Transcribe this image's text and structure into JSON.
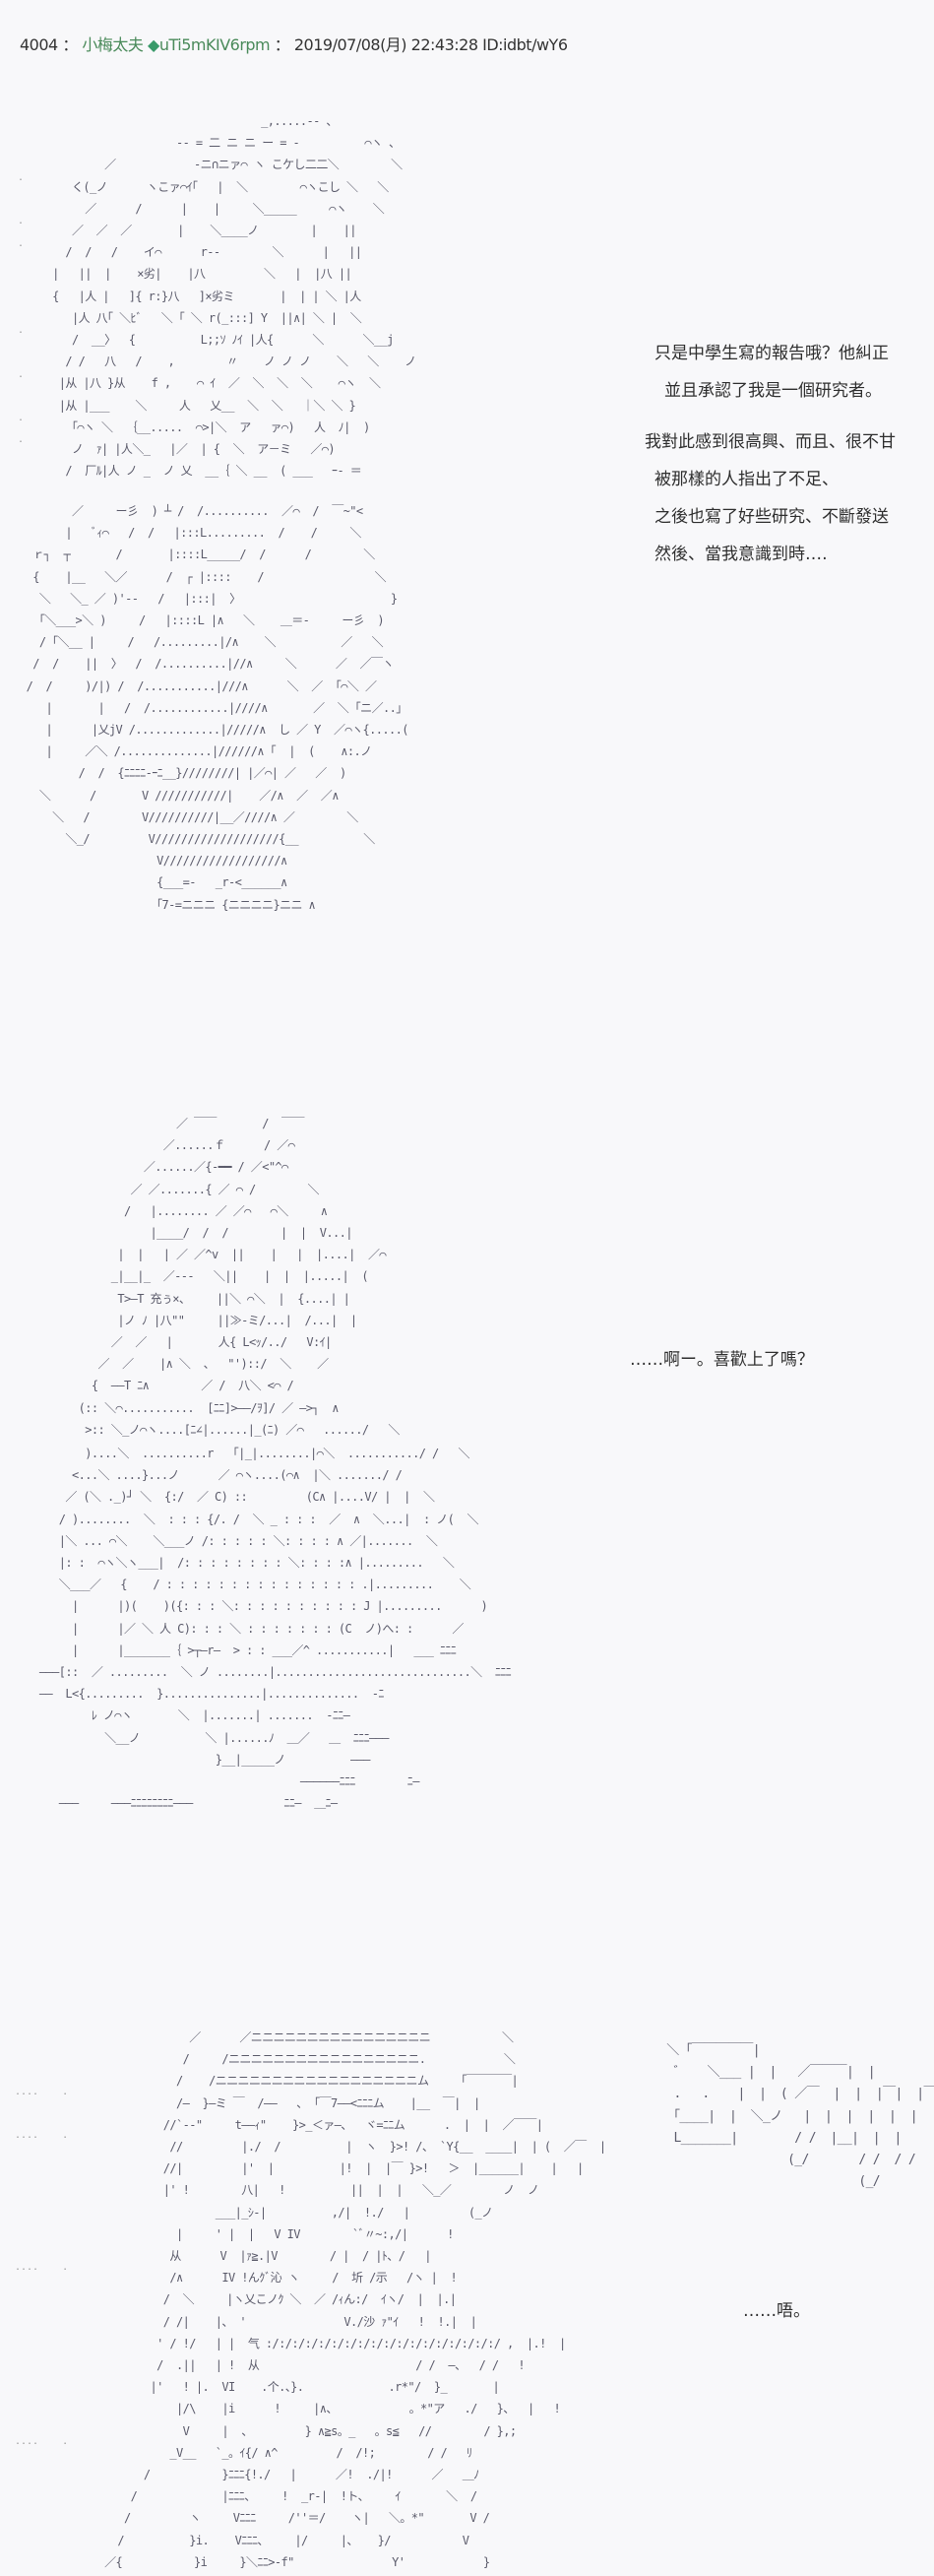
{
  "post": {
    "number": "4004",
    "separator": "：",
    "author_name": "小梅太夫",
    "trip_diamond": "◆",
    "trip_code": "uTi5mKIV6rpm",
    "separator2": "：",
    "date": "2019/07/08(月)",
    "time": "22:43:28",
    "id": "ID:idbt/wY6"
  },
  "panels": [
    {
      "dialogue": [
        "只是中學生寫的報告哦？他糾正",
        "並且承認了我是一個研究者。",
        "我對此感到很高興、而且、很不甘",
        "被那樣的人指出了不足、",
        "之後也寫了好些研究、不斷發送",
        "然後、當我意識到時‥‥"
      ],
      "art": [
        "                                     _,.....-- 、",
        "                        -‐ = 二 ニ ニ ー = -          ⌒ヽ 、",
        "             ／            -ニ∩ニァ⌒ ヽ こケし二二＼        ＼",
        "        く(_ノ      ヽこァ⌒ｲ｢   |  ＼        ⌒ヽこし ＼   ＼",
        "          ／      /      |    |     ＼_____     ⌒ヽ    ＼",
        "        ／  ／  ／       |    ＼____ノ        |    ||",
        "       /  /   /    イ⌒      r‐‐        ＼      |   ||",
        "     |   ||  |    ×劣|    |八         ＼   |  |八 ||",
        "     {   |人 |   ]{ r:}八   ]×劣ミ       |  | | ＼ |人",
        "        |人 八｢ ＼ﾋﾞ   ＼ ｢ ＼ r(_:::] Y  ||∧| ＼ |  ＼",
        "        /  __〉  {          L;;ｿ ﾉｲ |人{      ＼      ＼__j",
        "       / /   八   /    ,        〃    ノ ノ ノ    ＼   ＼    ノ",
        "      |从 |八 }从    f ,    ⌒ ｲ  ／  ＼  ＼  ＼    ⌒ヽ  ＼",
        "      |从 |___    ＼     人   乂__  ＼  ＼   ｜＼ ＼ }",
        "        ｢⌒ヽ ＼  ｛__.....  ⌒>|＼  ア   ァ⌒)   人  ﾉ|  )",
        "        ノ  ｧ| |人＼_   |／  | {  ＼  ア－ミ   ／⌒)",
        "       /  厂ﾙ|人 ノ _  ノ 乂  __｛ ＼ __  ( ___   ｰ- ＝"
      ],
      "art2": [
        "        ／     ー彡  ) ┴ /  /..........  ／⌒  /  ￣~\"<",
        "       |   ﾞｨ⌒   /  /   |:::L.........  /    /     ＼",
        "  ｒ┐  ┬       /       |::::L_____/  /      /        ＼",
        "  {    |__   ＼／      /  ┌ |::::    /                 ＼",
        "   ＼   ＼_ ／ )'‐‐   /   |:::|  〉                       }",
        "   ｢＼___>＼ )     /   |::::L |∧   ＼    ＿＝-     ー彡  )",
        "   / ｢＼__ |     /   /.........|/∧    ＼          ／   ＼",
        "  /  /    ||  〉  /  /..........|//∧     ＼      ／  ／￣ヽ",
        " /  /     )/|) /  /...........|///∧      ＼  ／  ｢⌒＼ ／",
        "    |       |   /  /............|////∧       ／  ＼ ｢ニ／..」",
        "    |      |乂jV /.............|/////∧  し ／ Y  ／⌒ヽ{.....(",
        "    |     ／＼ /..............|//////∧ ｢  |  (    ∧:.ノ",
        "         /  /  {ﾆﾆﾆﾆ‐ｰﾆ__}////////| |／⌒| ／   ／  )",
        "   ＼      /       V ///////////|    ／/∧  ／  ／∧",
        "     ＼   /        V//////////|__／////∧ ／        ＼",
        "       ＼_/         V///////////////////{__          ＼",
        "                     V//////////////////∧",
        "                     {___=-   _r‐<______∧",
        "                     ｢7‐=ニニニ {ニニニニ}ニニ ∧"
      ]
    },
    {
      "dialogue": [
        "‥‥‥啊ー。喜歡上了嗎？"
      ],
      "art": [
        "                        ／ ￣￣       /  ￣￣",
        "                      ／......ｆ      / ／⌒",
        "                   ／......／{‐━━ / ／<\"^⌒",
        "                 ／ ／.......{ ／ ⌒ /        ＼",
        "                /   |........ ／ ／⌒   ⌒＼     ∧",
        "                    |____/  /  /        |  |  V...|",
        "               |  |   | ／ ／^v  ||    |   |  |....|  ／⌒",
        "              _|__|_  ／‐‐‐   ＼||    |  |  |.....|  (",
        "               T>―T 充ぅ×、    ||＼ ⌒＼  |  {....| |",
        "               |ノ ﾉ |八\"\"     ||≫‐ミ/...|  /...|  |",
        "              ／  ／   |       人{ L<ｯ/../   V:ｲ|",
        "            ／  ／    |∧ ＼  、  \"')::/  ＼    ／",
        "           {  ――T ﾆ∧        ／ /  八＼ <⌒ /",
        "         (:: ＼⌒...........  [ﾆﾆ]>――/ｦ]/ ／ ―>┐  ∧",
        "          >:: ＼_ノ⌒ヽ....[ﾆ∠|......|_(ﾆ) ／⌒   ....../   ＼"
      ],
      "art2": [
        "          )....＼  ..........r   ｢|_|........|⌒＼  .........../ /   ＼",
        "        <...＼ ....}...ノ      ／ ⌒ヽ....(⌒∧  |＼ ......./ /",
        "       ／ (＼ ._)┘ ＼  {:/  ／ C) ::         (C∧ |....V/ |  |  ＼",
        "      / )........  ＼  : : : {/. /  ＼ _ : : :  ／  ∧  ＼...|  : ノ(  ＼",
        "      |＼ ... ⌒＼    ＼___ノ /: : : : : ＼: : : : ∧ ／|.......  ＼",
        "      |: :  ⌒ヽ＼ヽ___|  /: : : : : : : : ＼: : : :∧ |.........   ＼",
        "      ＼___／   {    / : : : : : : : : : : : : : : : .|.........    ＼",
        "        |      |)(    )({: : : ＼: : : : : : : : : : J |.........      )",
        "        |      |／ ＼ 人 C): : : ＼ : : : : : : : (C  ノ)へ: :      ／",
        "        |      |_______｛ >┬―r―  > : : ___／^ ...........|   ___ ﾆﾆﾆ",
        "   ―――[::  ／ .........  ＼ ノ ........|..............................＼  ﾆﾆﾆ",
        "   ――  L<{.........  }...............|..............  ‐ﾆ",
        "           ﾚ ノ⌒ヽ       ＼  |.......| .......  ‐ﾆﾆ―",
        "             ＼__ノ          ＼ |......ﾉ  ＿／   ＿  ﾆﾆﾆ―――",
        "                              }__|_____ノ          ―――",
        "                                           ――――――ﾆﾆﾆ        ﾆ―",
        "      ―――     ―――ﾆﾆﾆﾆﾆﾆﾆﾆ―――              ﾆﾆ―  ＿ﾆ―"
      ]
    },
    {
      "dialogue": [
        "‥‥‥唔。"
      ],
      "art": [
        "                          ／      ／ニニニニニニニニニニニニニニニニ           ＼",
        "                         /     /ニニニニニニニニニニニニニニニニニ.            ＼",
        "                        /    /ニニニニニニニニニニニニニニニニニニム     ｢￣￣￣￣|",
        "                        /―  }―ミ ￣  /――   、 ｢￣7――<ﾆﾆﾆム    |__  ￣|  |",
        "                      //`‐‐\"     t――ｨ\"    }>_＜ァ―、  ヾ=ﾆﾆム      .  |  |  ／￣￣|",
        "                       //         |./  /          |  ヽ  }>! /、 `Y{__  ____|  | (  ／￣  |",
        "                      //|         |'  |          |!  |  |￣ }>!   ＞  |______|    |   |",
        "                      |' !        八|   !          ||  |  |   ＼_／        ノ  ノ",
        "                              ___|_ｼ‐|          ,/|  !./   |         (_ノ",
        "                        |     ' |  |   V IV        `ﾞ〃~:,/|      !",
        "                       从      V  |ｧ≧.|V        / |  / |ﾄ、/   |",
        "                       /∧      IV !んｸﾞ沁 ヽ     /  圻 /示   /ヽ |  !",
        "                      /  ＼     |ヽ乂こノｸ ＼  ／ /ｨん:/  ｲヽ/  |  |.|",
        "                      / /|    |、 '               V./沙 ｧ\"ｲ   !  !.|  |",
        "                     ' / !/   | |  气 :/:/:/:/:/:/:/:/:/:/:/:/:/:/:/:/:/:/ ,  |.!  |",
        "                     /  .||   | !  从                        / /  ―、  / /   !",
        "                    |'   ! |.  VI    .个.、}.             .r*\"/  }_       |",
        "                        |/\\    |i      !     |∧、           。*\"ア   ./   }、  |   !",
        "                         V     |  、        } ∧≧s。_   。s≦   //        / },;",
        "                       _V__   `_。ｲ{/ ∧^         /  /!;        / /   ﾘ",
        "                   /           }ﾆﾆﾆ{!./   |      ／!  ./|!      ／   ＿ﾉ",
        "                 /             |ﾆﾆﾆ、    !  _r‐|  !ト、    ｲ       ＼  /",
        "                /         ヽ     Vﾆﾆﾆ     /''＝/    ヽ|   ＼。*\"       V /",
        "               /          }i.    Vﾆﾆﾆ、    |/     |、   }/           V",
        "             ／{           }i     }＼ﾆﾆ>‐f\"               Y'            }"
      ],
      "sfx": [
        " ＼ ｢￣￣￣￣￣|",
        "  ゛   ＼___ |  |   ／￣￣￣|  |",
        "  .   .    |  |  ( ／￣  |  |  |￣|  |￣|",
        "  ｢____|  |  ＼_ノ   |  |  |  |  |  |",
        "  L_______|        / /  |__|  |  |",
        "                  (_/       / /  / /",
        "                            (_/"
      ]
    }
  ]
}
